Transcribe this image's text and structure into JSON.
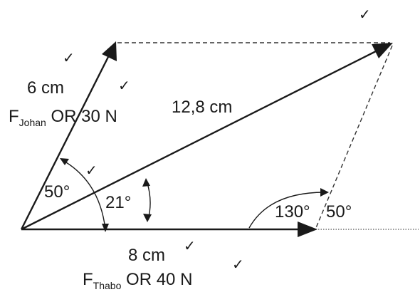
{
  "labels": {
    "johan_length": "6 cm",
    "johan_force_prefix": "F",
    "johan_force_sub": "Johan",
    "johan_force_suffix": " OR 30 N",
    "resultant_length": "12,8 cm",
    "angle_between": "50°",
    "resultant_angle": "21°",
    "obtuse_angle": "130°",
    "outer_angle": "50°",
    "thabo_length": "8 cm",
    "thabo_force_prefix": "F",
    "thabo_force_sub": "Thabo",
    "thabo_force_suffix": " OR 40 N"
  },
  "tick_mark": "✓"
}
